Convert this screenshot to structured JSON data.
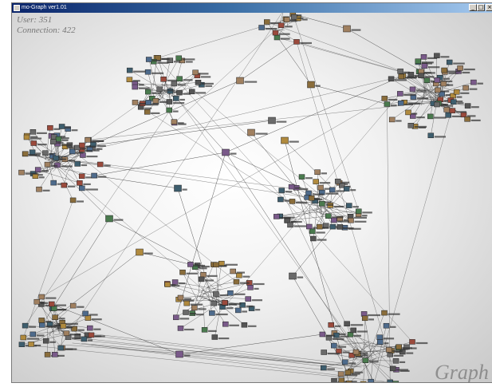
{
  "window": {
    "title": "mo-Graph ver1.01",
    "controls": [
      "_",
      "□",
      "×"
    ]
  },
  "stats": {
    "users": "User: 351",
    "connections": "Connection: 422"
  },
  "watermark": "Graph",
  "colors": {
    "edge": "#3c3c3c",
    "thumb_palette": [
      "#8a6d3b",
      "#4e6b8c",
      "#9b4a3c",
      "#4a7a4e",
      "#6a6a6a",
      "#b08a3e",
      "#7a5a8a",
      "#3e5e6e",
      "#a08060",
      "#555555"
    ]
  }
}
